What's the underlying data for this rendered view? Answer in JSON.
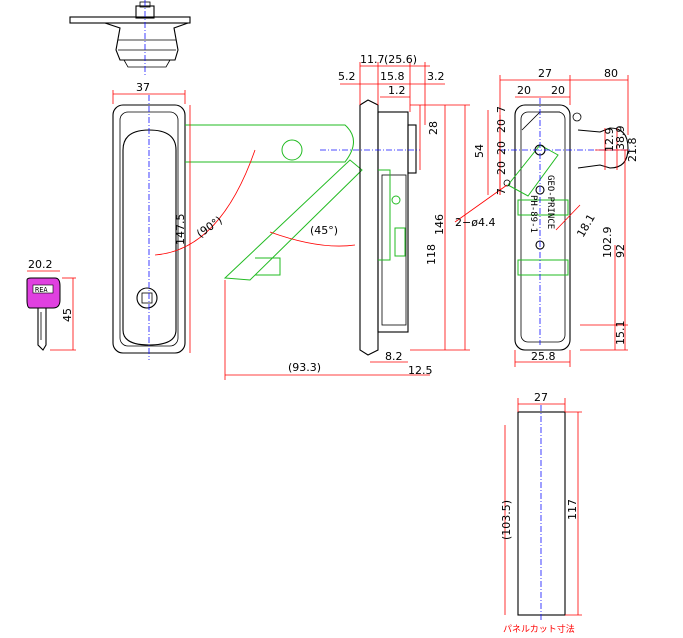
{
  "colors": {
    "outline": "#000000",
    "dimension": "#ff0000",
    "handle": "#22bb22",
    "center": "#1010ff",
    "key": "#e040e0"
  },
  "dims": {
    "w37": "37",
    "h147_5": "147.5",
    "a90": "(90°)",
    "a45": "(45°)",
    "k20_2": "20.2",
    "k45": "45",
    "s11_7": "11.7",
    "s25_6": "(25.6)",
    "s5_2": "5.2",
    "s15_8": "15.8",
    "s3_2": "3.2",
    "s1_2": "1.2",
    "s28": "28",
    "s146": "146",
    "s118": "118",
    "s93_3": "(93.3)",
    "s8_2": "8.2",
    "s12_5": "12.5",
    "r27": "27",
    "r80": "80",
    "r20a": "20",
    "r20b": "20",
    "r20c": "20",
    "r7a": "7",
    "r7b": "7",
    "r20d": "20",
    "r20e": "20",
    "r54": "54",
    "r12_9": "12.9",
    "r38_9": "38.9",
    "r21_8": "21.8",
    "r2phi": "2−ø4.4",
    "r18_1": "18.1",
    "r102_9": "102.9",
    "r92": "92",
    "r15_1": "15.1",
    "r25_8": "25.8",
    "p27": "27",
    "p103_5": "(103.5)",
    "p117": "117"
  },
  "labels": {
    "geo": "GEO-PRINCE",
    "model": "PH-89-1",
    "panel_cutout": "パネルカット寸法",
    "key_tag": "REA"
  }
}
